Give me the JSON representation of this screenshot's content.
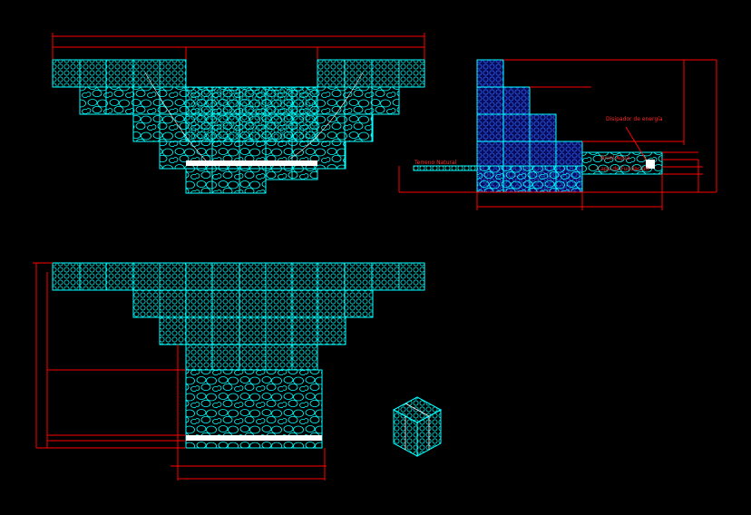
{
  "drawing": {
    "background": "#000000",
    "gabion_color": "#00ffff",
    "dimension_color": "#ff0000",
    "annotation_color": "#ff2a2a",
    "white_band_color": "#ffffff",
    "blue_fill_color": "#0000ff"
  },
  "views": {
    "front_section": {},
    "side_section": {
      "labels": {
        "energy_dissipator": "Disipador de energía",
        "natural_ground": "Terreno Natural",
        "water_level": "Nivel Agua",
        "foundation_layer": "Capa de Fundación"
      }
    },
    "plan_view": {},
    "isometric_box": {}
  }
}
